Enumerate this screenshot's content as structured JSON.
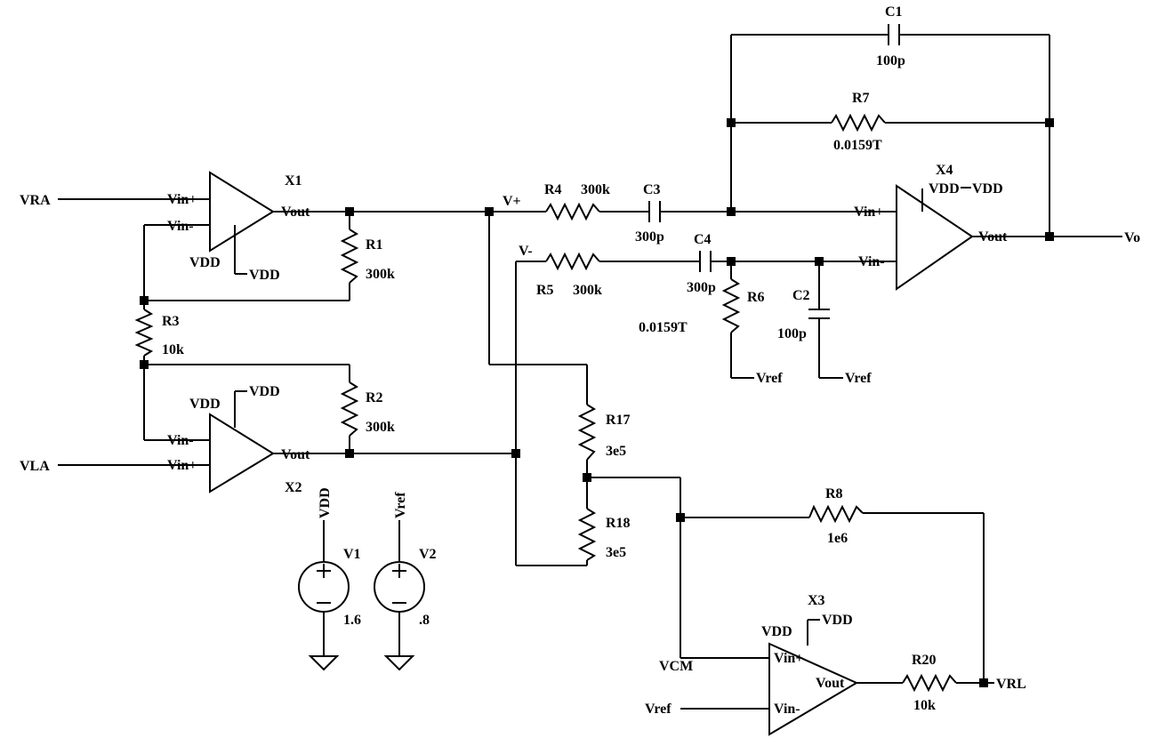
{
  "ports": {
    "vra": "VRA",
    "vla": "VLA",
    "vo": "Vo",
    "vrl": "VRL",
    "vcm": "VCM",
    "vref_x3": "Vref",
    "vplus": "V+",
    "vminus": "V-"
  },
  "opamps": {
    "x1": {
      "ref": "X1",
      "vin_p": "Vin+",
      "vin_n": "Vin-",
      "vout": "Vout",
      "vdd": "VDD",
      "supply": "VDD"
    },
    "x2": {
      "ref": "X2",
      "vin_p": "Vin+",
      "vin_n": "Vin-",
      "vout": "Vout",
      "vdd": "VDD",
      "supply": "VDD"
    },
    "x3": {
      "ref": "X3",
      "vin_p": "Vin+",
      "vin_n": "Vin-",
      "vout": "Vout",
      "vdd": "VDD",
      "supply": "VDD"
    },
    "x4": {
      "ref": "X4",
      "vin_p": "Vin+",
      "vin_n": "Vin-",
      "vout": "Vout",
      "vdd": "VDD",
      "supply": "VDD"
    }
  },
  "resistors": {
    "r1": {
      "ref": "R1",
      "value": "300k"
    },
    "r2": {
      "ref": "R2",
      "value": "300k"
    },
    "r3": {
      "ref": "R3",
      "value": "10k"
    },
    "r4": {
      "ref": "R4",
      "value": "300k"
    },
    "r5": {
      "ref": "R5",
      "value": "300k"
    },
    "r6": {
      "ref": "R6",
      "value": "0.0159T"
    },
    "r7": {
      "ref": "R7",
      "value": "0.0159T"
    },
    "r8": {
      "ref": "R8",
      "value": "1e6"
    },
    "r17": {
      "ref": "R17",
      "value": "3e5"
    },
    "r18": {
      "ref": "R18",
      "value": "3e5"
    },
    "r20": {
      "ref": "R20",
      "value": "10k"
    }
  },
  "capacitors": {
    "c1": {
      "ref": "C1",
      "value": "100p"
    },
    "c2": {
      "ref": "C2",
      "value": "100p"
    },
    "c3": {
      "ref": "C3",
      "value": "300p"
    },
    "c4": {
      "ref": "C4",
      "value": "300p"
    }
  },
  "sources": {
    "v1": {
      "ref": "V1",
      "value": "1.6",
      "net": "VDD"
    },
    "v2": {
      "ref": "V2",
      "value": ".8",
      "net": "Vref"
    }
  },
  "nets": {
    "r6_vref": "Vref",
    "c2_vref": "Vref"
  }
}
